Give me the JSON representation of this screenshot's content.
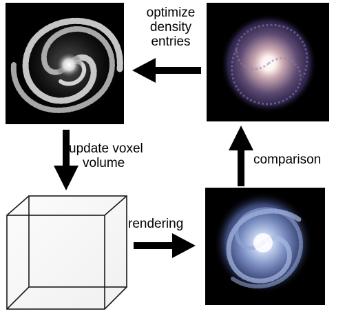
{
  "labels": {
    "optimize": [
      "optimize",
      "density",
      "entries"
    ],
    "update": [
      "update voxel",
      "volume"
    ],
    "comparison": "comparison",
    "rendering": "rendering"
  },
  "panels": {
    "top_left": "optimized-galaxy-image",
    "top_right": "target-galaxy-image",
    "bottom_right": "rendered-galaxy-image",
    "bottom_left": "voxel-volume-cube"
  },
  "colors": {
    "background": "#ffffff",
    "arrow": "#000000",
    "panel_background": "#000000"
  }
}
